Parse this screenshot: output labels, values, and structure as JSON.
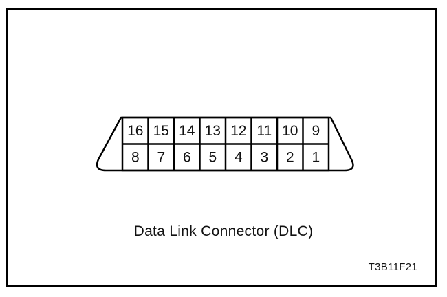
{
  "figure": {
    "caption": "Data Link Connector (DLC)",
    "code": "T3B11F21"
  },
  "connector": {
    "pins_top": [
      "16",
      "15",
      "14",
      "13",
      "12",
      "11",
      "10",
      "9"
    ],
    "pins_bottom": [
      "8",
      "7",
      "6",
      "5",
      "4",
      "3",
      "2",
      "1"
    ]
  },
  "colors": {
    "line": "#000000",
    "background": "#ffffff",
    "text": "#111111"
  }
}
